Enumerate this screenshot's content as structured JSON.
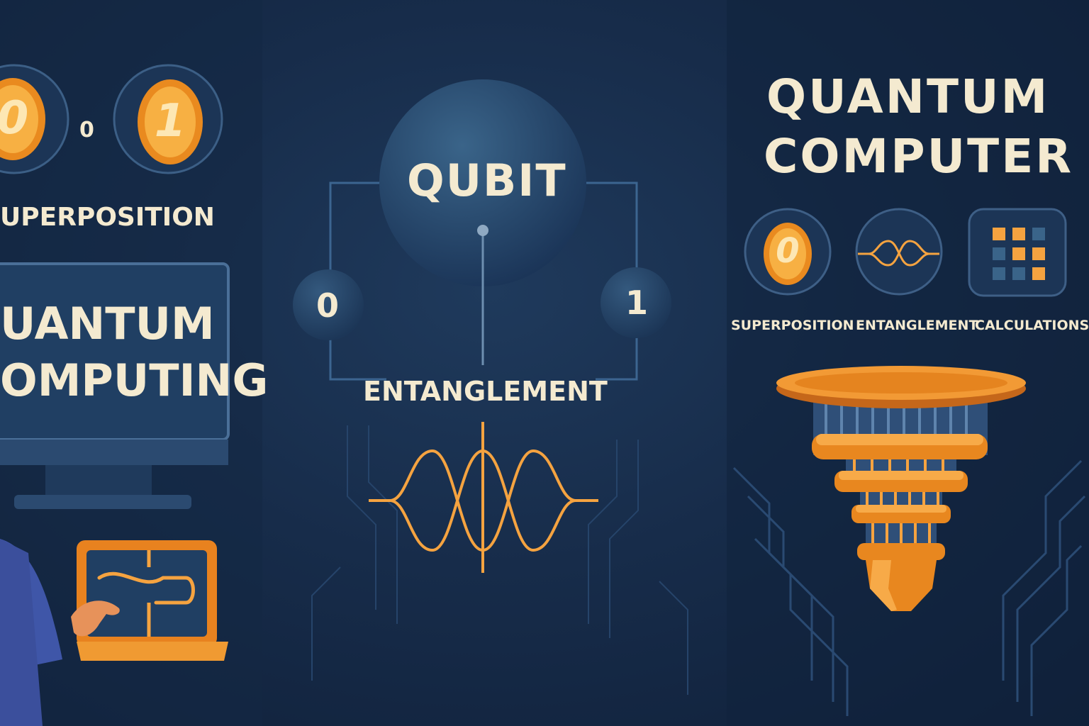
{
  "left": {
    "coin_left_digit": "0",
    "coin_middle_digit": "0",
    "coin_right_digit": "1",
    "superposition_label": "UPERPOSITION",
    "monitor_line1": "UANTUM",
    "monitor_line2": "OMPUTING"
  },
  "center": {
    "qubit_label": "QUBIT",
    "state_zero": "0",
    "state_one": "1",
    "entanglement_label": "ENTANGLEMENT"
  },
  "right": {
    "title_line1": "QUANTUM",
    "title_line2": "COMPUTER",
    "icons": [
      {
        "label": "SUPERPOSITION",
        "digit": "0",
        "icon": "coin-icon"
      },
      {
        "label": "ENTANGLEMENT",
        "icon": "wave-icon"
      },
      {
        "label": "CALCULATIONS",
        "icon": "grid-icon"
      }
    ]
  },
  "colors": {
    "background": "#172c4a",
    "orange": "#f5a340",
    "cream": "#f4ead0",
    "sphere": "#24466b"
  }
}
